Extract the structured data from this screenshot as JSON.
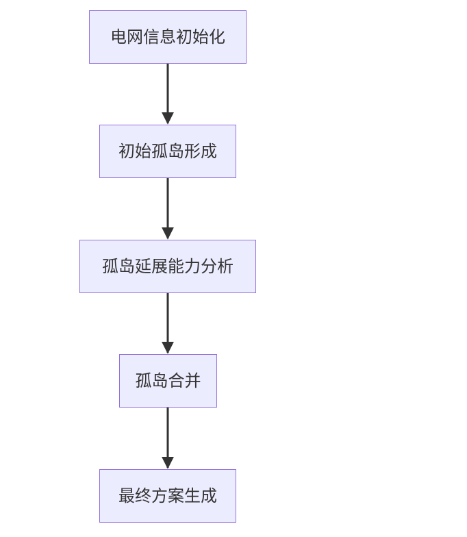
{
  "diagram": {
    "nodes": [
      {
        "id": "n1",
        "label": "电网信息初始化"
      },
      {
        "id": "n2",
        "label": "初始孤岛形成"
      },
      {
        "id": "n3",
        "label": "孤岛延展能力分析"
      },
      {
        "id": "n4",
        "label": "孤岛合并"
      },
      {
        "id": "n5",
        "label": "最终方案生成"
      }
    ],
    "edges": [
      {
        "from": "n1",
        "to": "n2"
      },
      {
        "from": "n2",
        "to": "n3"
      },
      {
        "from": "n3",
        "to": "n4"
      },
      {
        "from": "n4",
        "to": "n5"
      }
    ],
    "colors": {
      "node_fill": "#ececff",
      "node_border": "#9370db",
      "edge": "#333333",
      "text": "#333333"
    }
  }
}
